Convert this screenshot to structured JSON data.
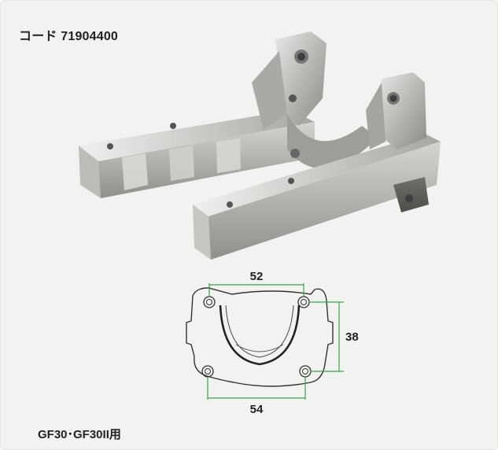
{
  "header": {
    "code_label": "コード 71904400"
  },
  "footer": {
    "usage_label": "GF30･GF30II用"
  },
  "diagram": {
    "dim_top": "52",
    "dim_right": "38",
    "dim_bottom": "54",
    "dim_color": "#3aa64a"
  },
  "photo": {
    "icon": "aluminum-bracket-photo"
  }
}
